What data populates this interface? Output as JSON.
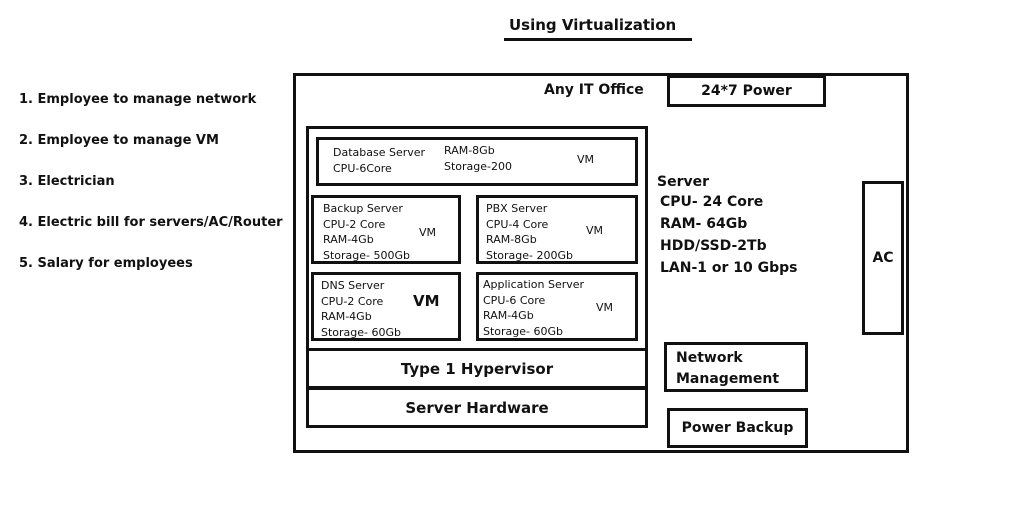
{
  "title": "Using Virtualization",
  "costs": [
    "1. Employee to manage network",
    "2. Employee to manage VM",
    "3. Electrician",
    "4. Electric bill for servers/AC/Router",
    "5. Salary for employees"
  ],
  "office": {
    "label": "Any IT Office",
    "power": "24*7 Power",
    "ac": "AC",
    "network": "Network\nManagement",
    "power_backup": "Power Backup"
  },
  "server": {
    "label": "Server",
    "specs": [
      "CPU- 24 Core",
      "RAM- 64Gb",
      "HDD/SSD-2Tb",
      "LAN-1 or 10 Gbps"
    ]
  },
  "vms": {
    "database": {
      "col1": [
        "Database Server",
        "CPU-6Core"
      ],
      "col2": [
        "RAM-8Gb",
        "Storage-200"
      ],
      "tag": "VM"
    },
    "backup": {
      "lines": [
        "Backup Server",
        "CPU-2 Core",
        "RAM-4Gb",
        "Storage- 500Gb"
      ],
      "tag": "VM"
    },
    "pbx": {
      "lines": [
        "PBX Server",
        "CPU-4 Core",
        "RAM-8Gb",
        "Storage- 200Gb"
      ],
      "tag": "VM"
    },
    "dns": {
      "lines": [
        "DNS Server",
        "CPU-2 Core",
        "RAM-4Gb",
        "Storage- 60Gb"
      ],
      "tag": "VM"
    },
    "application": {
      "lines": [
        "Application Server",
        "CPU-6 Core",
        "RAM-4Gb",
        "Storage- 60Gb"
      ],
      "tag": "VM"
    }
  },
  "layers": {
    "hypervisor": "Type 1 Hypervisor",
    "hardware": "Server Hardware"
  }
}
